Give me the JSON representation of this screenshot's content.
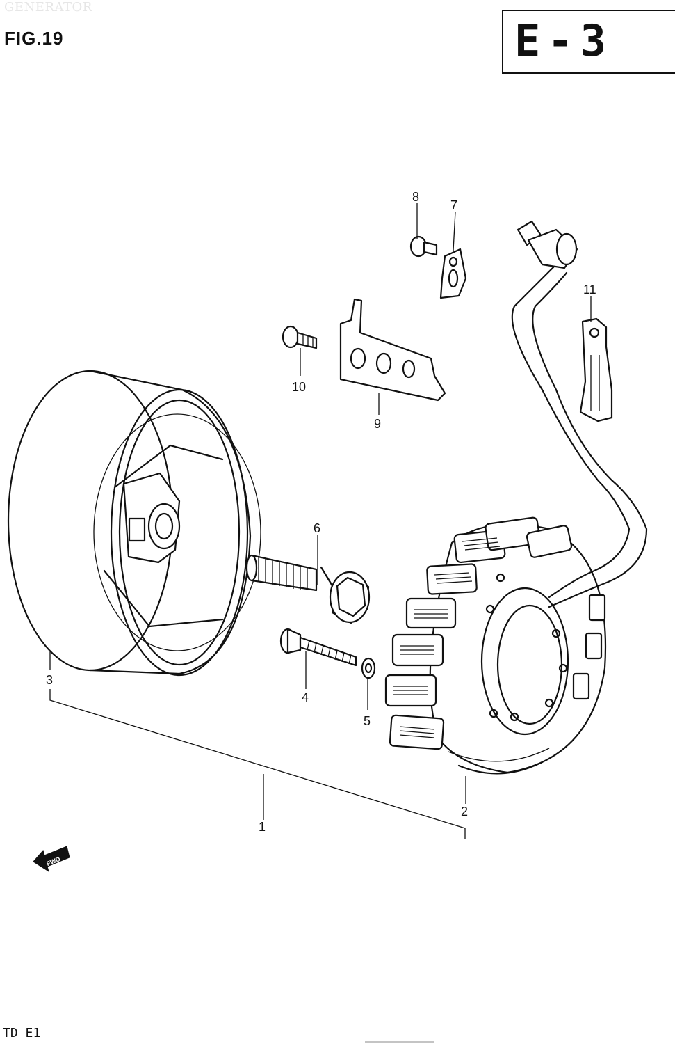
{
  "header": {
    "section_title": "GENERATOR",
    "fig_label": "FIG.19",
    "catalog_code": "E-3"
  },
  "footer": {
    "model_code": "TD E1"
  },
  "fwd_arrow": {
    "label": "FWD"
  },
  "callouts": [
    {
      "id": "1",
      "label": "1"
    },
    {
      "id": "2",
      "label": "2"
    },
    {
      "id": "3",
      "label": "3"
    },
    {
      "id": "4",
      "label": "4"
    },
    {
      "id": "5",
      "label": "5"
    },
    {
      "id": "6",
      "label": "6"
    },
    {
      "id": "7",
      "label": "7"
    },
    {
      "id": "8",
      "label": "8"
    },
    {
      "id": "9",
      "label": "9"
    },
    {
      "id": "10",
      "label": "10"
    },
    {
      "id": "11",
      "label": "11"
    }
  ]
}
